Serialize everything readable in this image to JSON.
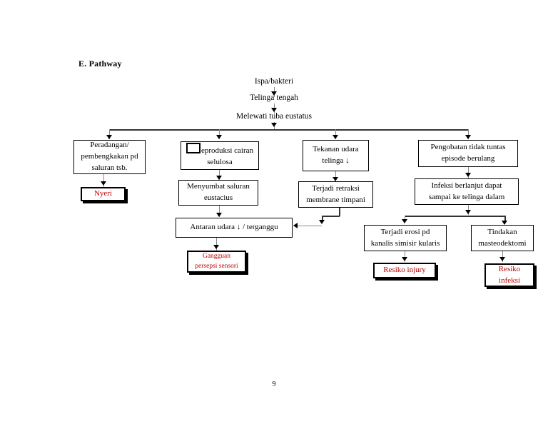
{
  "document": {
    "section_title": "E. Pathway",
    "page_number": "9"
  },
  "flow_text": [
    {
      "id": "ispa",
      "label": "Ispa/bakteri"
    },
    {
      "id": "telinga_tengah",
      "label": "Telinga tengah"
    },
    {
      "id": "melewati_tuba",
      "label": "Melewati tuba eustatus"
    }
  ],
  "nodes": {
    "peradangan": {
      "label": "Peradangan/\npembengkakan pd\nsaluran tsb."
    },
    "reproduksi": {
      "label": "eproduksi cairan\nselulosa",
      "leading_glyph": "missing-glyph-box"
    },
    "tekanan": {
      "label": "Tekanan udara\ntelinga ↓"
    },
    "pengobatan": {
      "label": "Pengobatan tidak tuntas\nepisode berulang"
    },
    "menyumbat": {
      "label": "Menyumbat saluran\neustacius"
    },
    "retraksi": {
      "label": "Terjadi retraksi\nmembrane timpani"
    },
    "infeksi_berlanjut": {
      "label": "Infeksi berlanjut dapat\nsampai ke telinga dalam"
    },
    "antaran": {
      "label": "Antaran udara ↓ / terganggu"
    },
    "erosi": {
      "label": "Terjadi erosi pd\nkanalis simisir kularis"
    },
    "tindakan": {
      "label": "Tindakan\nmasteodektomi"
    }
  },
  "diagnoses": {
    "nyeri": {
      "label": "Nyeri"
    },
    "gangguan": {
      "label": "Gangguan\npersepsi sensori"
    },
    "resiko_injury": {
      "label": "Resiko injury"
    },
    "resiko_infeksi": {
      "label": "Resiko\ninfeksi"
    }
  },
  "colors": {
    "diagnosis_text": "#c00000",
    "box_border": "#000000",
    "connector": "#8a8a8a",
    "page_background": "#ffffff"
  }
}
